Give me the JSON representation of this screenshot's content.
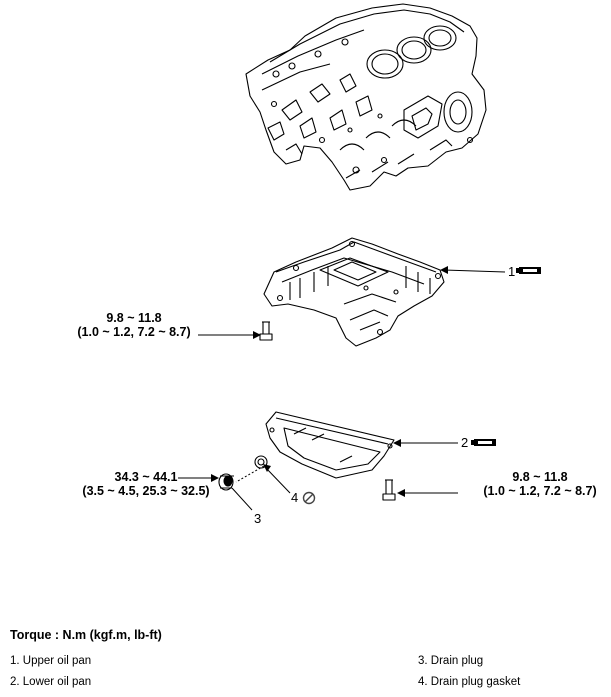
{
  "torque_labels": {
    "upper_bolt": {
      "line1": "9.8 ~ 11.8",
      "line2": "(1.0 ~ 1.2, 7.2 ~ 8.7)"
    },
    "drain_plug": {
      "line1": "34.3 ~ 44.1",
      "line2": "(3.5 ~ 4.5, 25.3 ~ 32.5)"
    },
    "lower_bolt": {
      "line1": "9.8 ~ 11.8",
      "line2": "(1.0 ~ 1.2, 7.2 ~ 8.7)"
    }
  },
  "callouts": {
    "c1": "1",
    "c2": "2",
    "c3": "3",
    "c4": "4"
  },
  "legend": {
    "title": "Torque : N.m (kgf.m, lb-ft)",
    "items": [
      "1. Upper oil pan",
      "2. Lower oil pan",
      "3. Drain plug",
      "4. Drain plug gasket"
    ]
  },
  "icons": {
    "sealant": "sealant-tube-icon",
    "replace": "do-not-reuse-icon"
  },
  "colors": {
    "line": "#000000",
    "background": "#ffffff"
  }
}
